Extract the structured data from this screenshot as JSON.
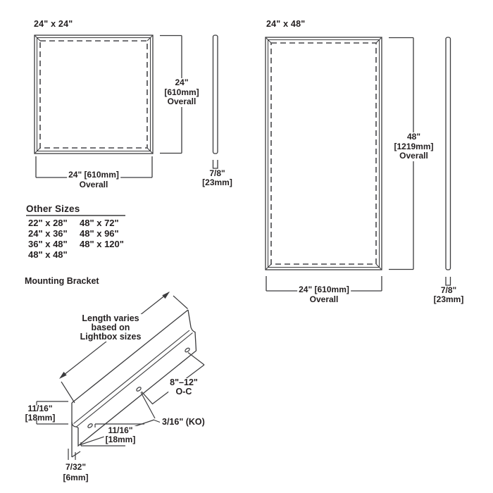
{
  "panel_24x24": {
    "title": "24\" x 24\"",
    "height_dim": [
      "24\"",
      "[610mm]",
      "Overall"
    ],
    "width_dim": [
      "24\" [610mm]",
      "Overall"
    ],
    "profile_dim": [
      "7/8\"",
      "[23mm]"
    ]
  },
  "panel_24x48": {
    "title": "24\" x 48\"",
    "height_dim": [
      "48\"",
      "[1219mm]",
      "Overall"
    ],
    "width_dim": [
      "24\" [610mm]",
      "Overall"
    ],
    "profile_dim": [
      "7/8\"",
      "[23mm]"
    ]
  },
  "other_sizes": {
    "heading": "Other Sizes",
    "col1": [
      "22\" x 28\"",
      "24\" x 36\"",
      "36\" x 48\"",
      "48\" x 48\""
    ],
    "col2": [
      "48\" x 72\"",
      "48\" x 96\"",
      "48\" x 120\""
    ]
  },
  "bracket": {
    "heading": "Mounting Bracket",
    "length_note": [
      "Length varies",
      "based on",
      "Lightbox sizes"
    ],
    "oc_dim": [
      "8\"–12\"",
      "O-C"
    ],
    "ko_label": "3/16\" (KO)",
    "left_dim": [
      "11/16\"",
      "[18mm]"
    ],
    "mid_dim": [
      "11/16\"",
      "[18mm]"
    ],
    "bottom_dim": [
      "7/32\"",
      "[6mm]"
    ]
  },
  "colors": {
    "line": "#3b3b3d",
    "dash": "#47474a",
    "text": "#231f20"
  }
}
